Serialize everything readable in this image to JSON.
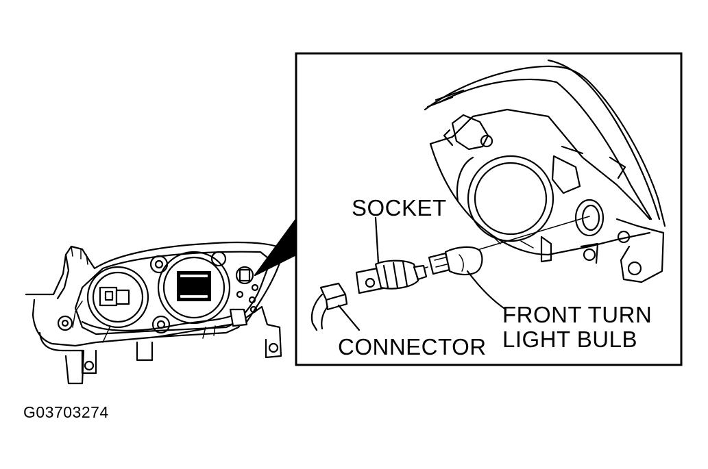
{
  "figure_id": "G03703274",
  "callouts": {
    "socket": "SOCKET",
    "front_turn_line1": "FRONT TURN",
    "front_turn_line2": "LIGHT BULB",
    "connector": "CONNECTOR"
  },
  "icons": [
    "headlamp-assembly-drawing",
    "headlamp-housing-detail",
    "socket-drawing",
    "bulb-drawing",
    "connector-drawing"
  ],
  "colors": {
    "ink": "#000000",
    "background": "#ffffff"
  }
}
